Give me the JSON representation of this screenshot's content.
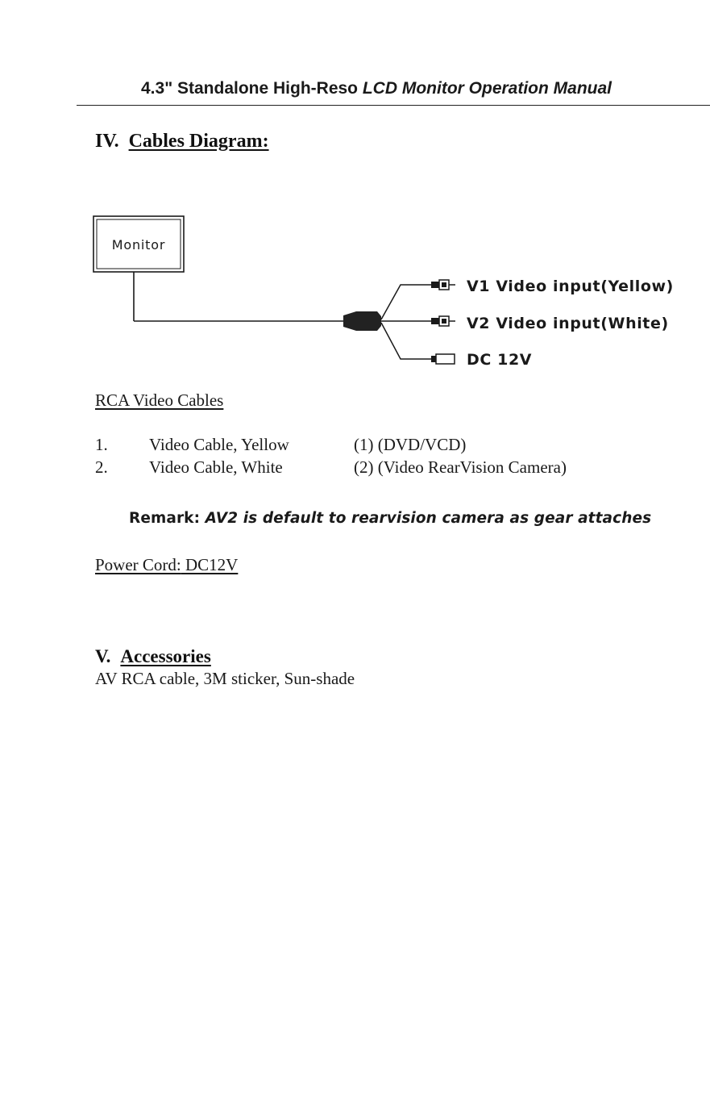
{
  "header": {
    "title_regular": "4.3\" Standalone High-Reso",
    "title_italic": "LCD Monitor Operation Manual"
  },
  "section4": {
    "number": "IV.",
    "title": "Cables Diagram:"
  },
  "diagram": {
    "monitor_label": "Monitor",
    "outputs": [
      "V1 Video input(Yellow)",
      "V2 Video input(White)",
      "DC 12V"
    ]
  },
  "rca": {
    "heading": "RCA Video Cables",
    "items": [
      {
        "number": "1.",
        "cable": "Video Cable, Yellow",
        "use": "(1) (DVD/VCD)"
      },
      {
        "number": "2.",
        "cable": "Video Cable, White",
        "use": "(2) (Video RearVision Camera)"
      }
    ]
  },
  "remark": {
    "label": "Remark:",
    "text_italic": "AV2",
    "text": "is default to rearvision camera as gear attaches"
  },
  "power": {
    "label": "Power Cord:",
    "value": "DC12V"
  },
  "section5": {
    "number": "V.",
    "title": "Accessories",
    "content": "AV RCA cable, 3M sticker, Sun-shade"
  }
}
